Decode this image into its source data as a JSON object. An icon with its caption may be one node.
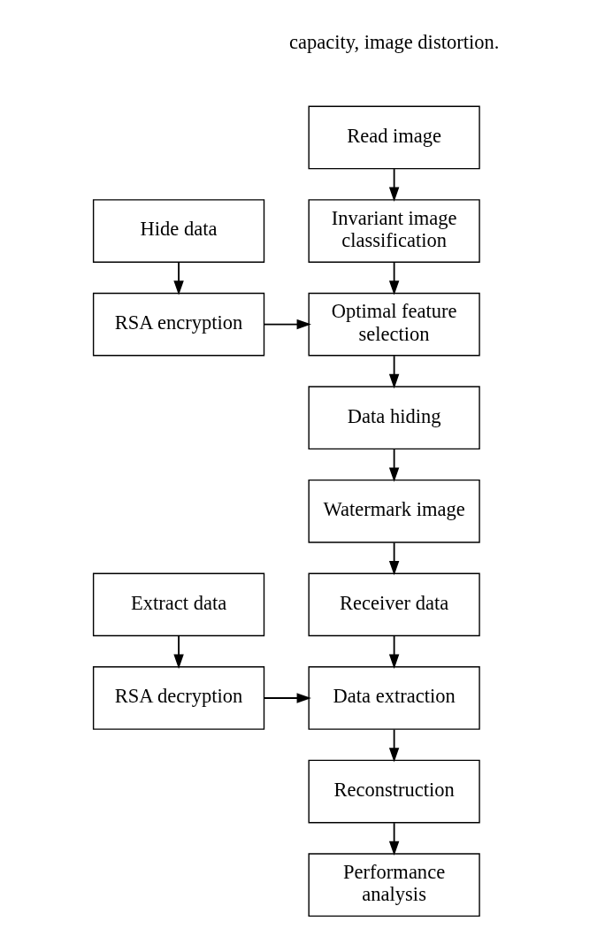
{
  "diagram": {
    "nodes": [
      {
        "text": [
          "Read image"
        ]
      },
      {
        "text": [
          "Invariant image classification"
        ]
      },
      {
        "text": [
          "Optimal feature selection"
        ]
      },
      {
        "text": [
          "Data hiding"
        ]
      },
      {
        "text": [
          "Watermark image"
        ]
      },
      {
        "text": [
          "Receiver data"
        ]
      },
      {
        "text": [
          "Data extraction"
        ]
      },
      {
        "text": [
          "Reconstruction"
        ]
      },
      {
        "text": [
          "Performance analysis"
        ]
      },
      {
        "text": [
          "Hide data"
        ]
      },
      {
        "text": [
          "RSA encryption"
        ]
      },
      {
        "text": [
          "Extract data"
        ]
      },
      {
        "text": [
          "RSA decryption"
        ]
      }
    ],
    "edges": [
      {
        "from": 0,
        "to": 1,
        "arrow": "to"
      },
      {
        "from": 1,
        "to": 2,
        "arrow": "to"
      },
      {
        "from": 2,
        "to": 3,
        "arrow": "to"
      },
      {
        "from": 3,
        "to": 4,
        "arrow": "to"
      },
      {
        "from": 4,
        "to": 5,
        "arrow": "to"
      },
      {
        "from": 5,
        "to": 6,
        "arrow": "to"
      },
      {
        "from": 6,
        "to": 7,
        "arrow": "to"
      },
      {
        "from": 7,
        "to": 8,
        "arrow": "to"
      },
      {
        "from": 9,
        "to": 10,
        "arrow": "to"
      },
      {
        "from": 10,
        "to": 2,
        "arrow": "to"
      },
      {
        "from": 11,
        "to": 12,
        "arrow": "to"
      },
      {
        "from": 12,
        "to": 6,
        "arrow": "to"
      }
    ],
    "labels": [
      "capacity, image distortion."
    ]
  }
}
